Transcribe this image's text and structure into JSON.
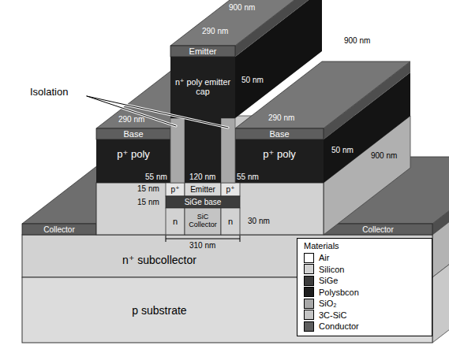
{
  "diagram": {
    "nodes": [
      {
        "text": [
          "Emitter"
        ]
      },
      {
        "text": [
          "n⁺ poly emitter cap"
        ]
      },
      {
        "text": [
          "Base"
        ]
      },
      {
        "text": [
          "Base"
        ]
      },
      {
        "text": [
          "p⁺ poly"
        ]
      },
      {
        "text": [
          "p⁺ poly"
        ]
      },
      {
        "text": [
          "p⁺"
        ]
      },
      {
        "text": [
          "Emitter"
        ]
      },
      {
        "text": [
          "p⁺"
        ]
      },
      {
        "text": [
          "SiGe base"
        ]
      },
      {
        "text": [
          "n"
        ]
      },
      {
        "text": [
          "SiC Collector"
        ]
      },
      {
        "text": [
          "n"
        ]
      },
      {
        "text": [
          "Collector"
        ]
      },
      {
        "text": [
          "Collector"
        ]
      },
      {
        "text": [
          "n⁺ subcollector"
        ]
      },
      {
        "text": [
          "p substrate"
        ]
      }
    ],
    "labels": [
      "900 nm",
      "900 nm",
      "900 nm",
      "290 nm",
      "Isolation",
      "290 nm",
      "290 nm",
      "50 nm",
      "50 nm",
      "55 nm",
      "120 nm",
      "55 nm",
      "15 nm",
      "15 nm",
      "30 nm",
      "310 nm",
      "Materials"
    ],
    "legend": [
      {
        "text": "Air",
        "color": "#ffffff"
      },
      {
        "text": "Silicon",
        "color": "#d2d2d2"
      },
      {
        "text": "SiGe",
        "color": "#3c3c3c"
      },
      {
        "text": "Polysbcon",
        "color": "#1e1e1e"
      },
      {
        "text": "SiO₂",
        "color": "#a8a8a8"
      },
      {
        "text": "3C-SiC",
        "color": "#c4c4c4"
      },
      {
        "text": "Conductor",
        "color": "#5e5e5e"
      }
    ]
  }
}
